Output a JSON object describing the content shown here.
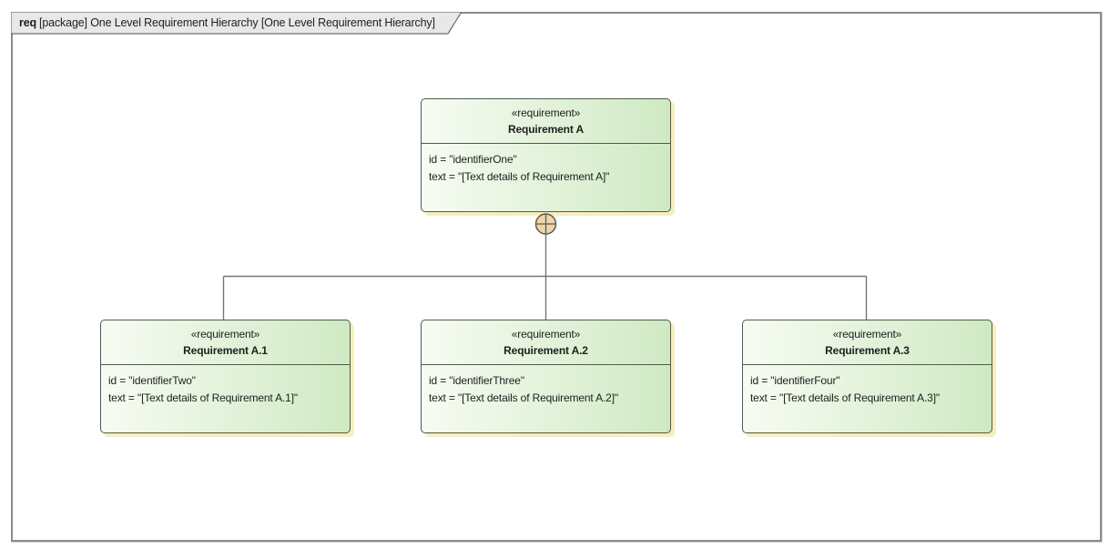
{
  "frame": {
    "keyword": "req",
    "title": "[package] One Level Requirement Hierarchy [One Level Requirement Hierarchy]"
  },
  "colors": {
    "node_fill_start": "#f7fcf3",
    "node_fill_end": "#cfe9c3",
    "node_border": "#4f5a50",
    "node_shadow": "#f7efb9",
    "connector": "#757575",
    "containment_fill": "#f2d5a5",
    "tab_fill": "#e8e8e8",
    "tab_border": "#6f6f6f",
    "frame_border": "#8b8b8b",
    "text": "#1e1e1e"
  },
  "icons": {
    "containment": "circle-plus-containment-icon"
  },
  "nodes": [
    {
      "stereotype": "«requirement»",
      "name": "Requirement A",
      "attrs": [
        "id = \"identifierOne\"",
        "text = \"[Text details of Requirement A]\""
      ]
    },
    {
      "stereotype": "«requirement»",
      "name": "Requirement A.1",
      "attrs": [
        "id = \"identifierTwo\"",
        "text = \"[Text details of Requirement A.1]\""
      ]
    },
    {
      "stereotype": "«requirement»",
      "name": "Requirement A.2",
      "attrs": [
        "id = \"identifierThree\"",
        "text = \"[Text details of Requirement A.2]\""
      ]
    },
    {
      "stereotype": "«requirement»",
      "name": "Requirement A.3",
      "attrs": [
        "id = \"identifierFour\"",
        "text = \"[Text details of Requirement A.3]\""
      ]
    }
  ]
}
